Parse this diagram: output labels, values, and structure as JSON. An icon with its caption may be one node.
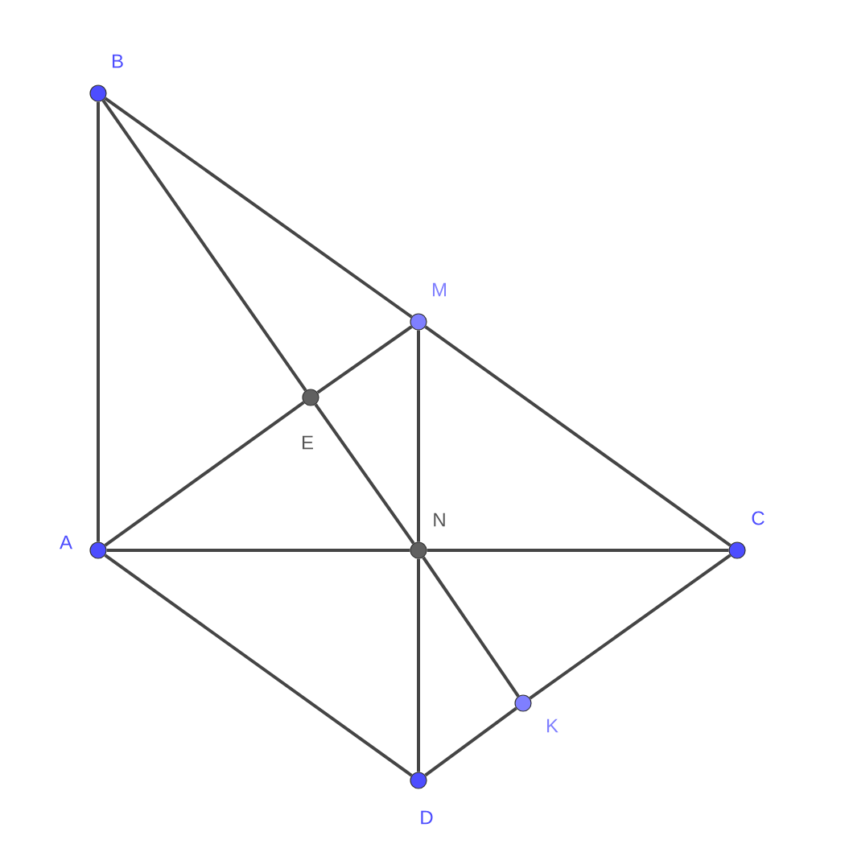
{
  "diagram": {
    "nodes": [
      {
        "text": [
          "B"
        ]
      },
      {
        "text": [
          "M"
        ]
      },
      {
        "text": [
          "E"
        ]
      },
      {
        "text": [
          "A"
        ]
      },
      {
        "text": [
          "N"
        ]
      },
      {
        "text": [
          "C"
        ]
      },
      {
        "text": [
          "K"
        ]
      },
      {
        "text": [
          "D"
        ]
      }
    ],
    "edges": [
      {
        "from": 0,
        "to": 3,
        "arrow": "none"
      },
      {
        "from": 0,
        "to": 1,
        "arrow": "none"
      },
      {
        "from": 1,
        "to": 5,
        "arrow": "none"
      },
      {
        "from": 0,
        "to": 2,
        "arrow": "none"
      },
      {
        "from": 2,
        "to": 4,
        "arrow": "none"
      },
      {
        "from": 4,
        "to": 6,
        "arrow": "none"
      },
      {
        "from": 3,
        "to": 2,
        "arrow": "none"
      },
      {
        "from": 2,
        "to": 1,
        "arrow": "none"
      },
      {
        "from": 1,
        "to": 4,
        "arrow": "none"
      },
      {
        "from": 4,
        "to": 7,
        "arrow": "none"
      },
      {
        "from": 3,
        "to": 4,
        "arrow": "none"
      },
      {
        "from": 4,
        "to": 5,
        "arrow": "none"
      },
      {
        "from": 3,
        "to": 7,
        "arrow": "none"
      },
      {
        "from": 7,
        "to": 6,
        "arrow": "none"
      },
      {
        "from": 6,
        "to": 5,
        "arrow": "none"
      }
    ]
  }
}
